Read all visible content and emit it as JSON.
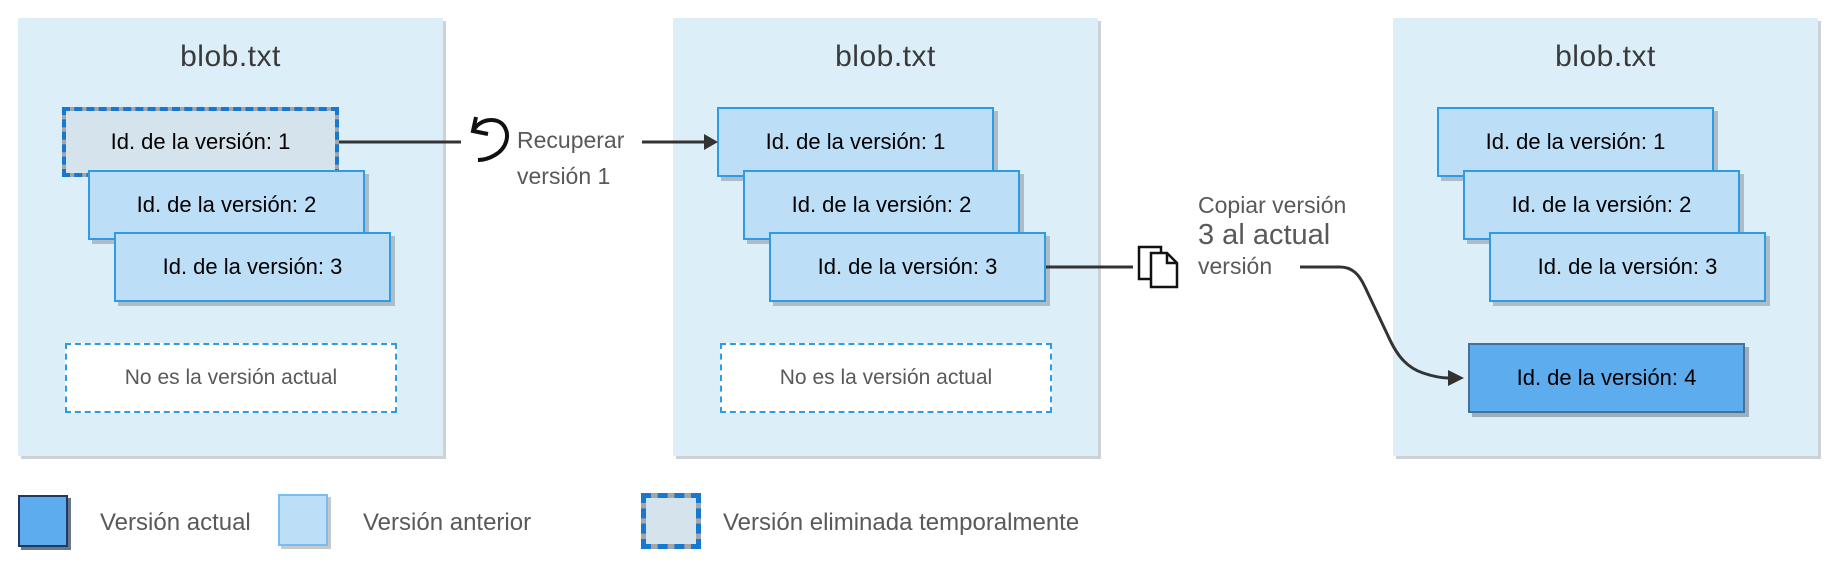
{
  "colors": {
    "panel_bg": "#dceef8",
    "previous_fill": "#bddef7",
    "previous_border": "#2e9be4",
    "current_fill": "#5cacee",
    "current_border": "#44719f",
    "legend_current_border": "#1f3864",
    "soft_deleted_fill": "#d5e3ed",
    "soft_deleted_dash_blue": "#1778d2",
    "soft_deleted_dash_gray": "#a6a6a6",
    "annotation_text": "#595959",
    "title_text": "#3a3a3a",
    "connector": "#333333"
  },
  "panels": [
    {
      "title": "blob.txt",
      "versions": [
        {
          "label": "Id. de la versión: 1",
          "state": "soft-deleted"
        },
        {
          "label": "Id. de la versión: 2",
          "state": "previous"
        },
        {
          "label": "Id. de la versión: 3",
          "state": "previous"
        }
      ],
      "footer": "No es la versión actual"
    },
    {
      "title": "blob.txt",
      "versions": [
        {
          "label": "Id. de la versión: 1",
          "state": "previous"
        },
        {
          "label": "Id. de la versión: 2",
          "state": "previous"
        },
        {
          "label": "Id. de la versión: 3",
          "state": "previous"
        }
      ],
      "footer": "No es la versión actual"
    },
    {
      "title": "blob.txt",
      "versions": [
        {
          "label": "Id. de la versión: 1",
          "state": "previous"
        },
        {
          "label": "Id. de la versión: 2",
          "state": "previous"
        },
        {
          "label": "Id. de la versión: 3",
          "state": "previous"
        }
      ],
      "current_version": {
        "label": "Id. de la versión: 4",
        "state": "current"
      }
    }
  ],
  "annotations": {
    "restore": {
      "icon": "undo-icon",
      "line1": "Recuperar",
      "line2": "versión 1"
    },
    "copy": {
      "icon": "copy-icon",
      "line1": "Copiar versión",
      "line2": "3 al actual",
      "line3": "versión"
    }
  },
  "legend": [
    {
      "swatch": "current",
      "label": "Versión actual"
    },
    {
      "swatch": "previous",
      "label": "Versión anterior"
    },
    {
      "swatch": "soft-deleted",
      "label": "Versión eliminada temporalmente"
    }
  ]
}
